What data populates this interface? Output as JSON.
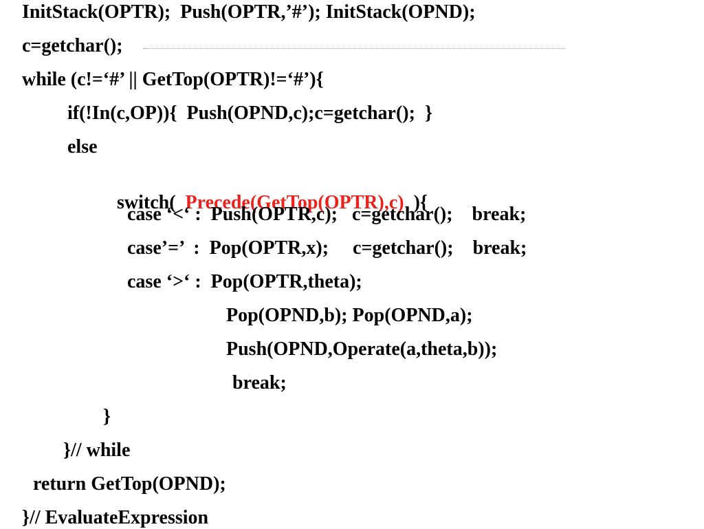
{
  "code": {
    "l01": "InitStack(OPTR);  Push(OPTR,’#’); InitStack(OPND);",
    "l02": "c=getchar();",
    "l03": "while (c!=‘#’ || GetTop(OPTR)!=‘#’){",
    "l04": "if(!In(c,OP)){  Push(OPND,c);c=getchar();  }",
    "l05": "else",
    "l06_pre": "switch(  ",
    "l06_hl": "Precede(GetTop(OPTR),c)",
    "l06_post": "  ){",
    "l07": "case ‘<‘ :  Push(OPTR,c);   c=getchar();    break;",
    "l08": "case’=’  :  Pop(OPTR,x);     c=getchar();    break;",
    "l09": "case ‘>‘ :  Pop(OPTR,theta);",
    "l10": "Pop(OPND,b); Pop(OPND,a);",
    "l11": "Push(OPND,Operate(a,theta,b));",
    "l12": "break;",
    "l13": "}",
    "l14": "}// while",
    "l15": "return GetTop(OPND);",
    "l16": "}// EvaluateExpression"
  },
  "colors": {
    "text": "#000000",
    "highlight": "#e8231d",
    "background": "#ffffff"
  }
}
